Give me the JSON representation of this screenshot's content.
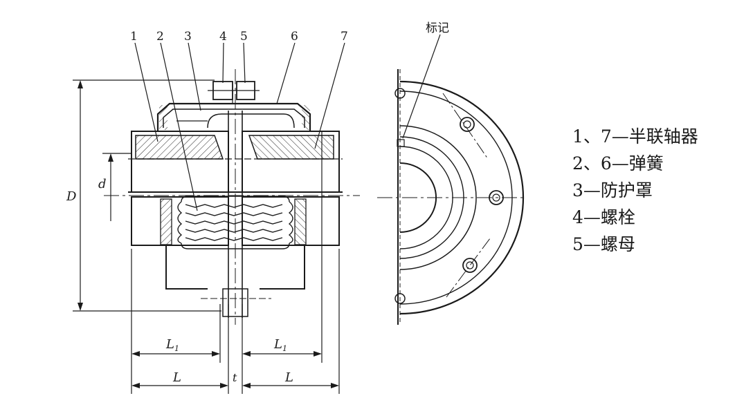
{
  "parts_callouts": [
    "1",
    "2",
    "3",
    "4",
    "5",
    "6",
    "7"
  ],
  "mark_label": "标记",
  "dimensions": {
    "D": "D",
    "d": "d",
    "L1": "L",
    "L1_sub": "1",
    "L": "L",
    "t": "t"
  },
  "legend": [
    "1、7—半联轴器",
    "2、6—弹簧",
    "3—防护罩",
    "4—螺栓",
    "5—螺母"
  ],
  "colors": {
    "line": "#1a1a1a",
    "hatch": "#333333",
    "background": "#ffffff"
  }
}
